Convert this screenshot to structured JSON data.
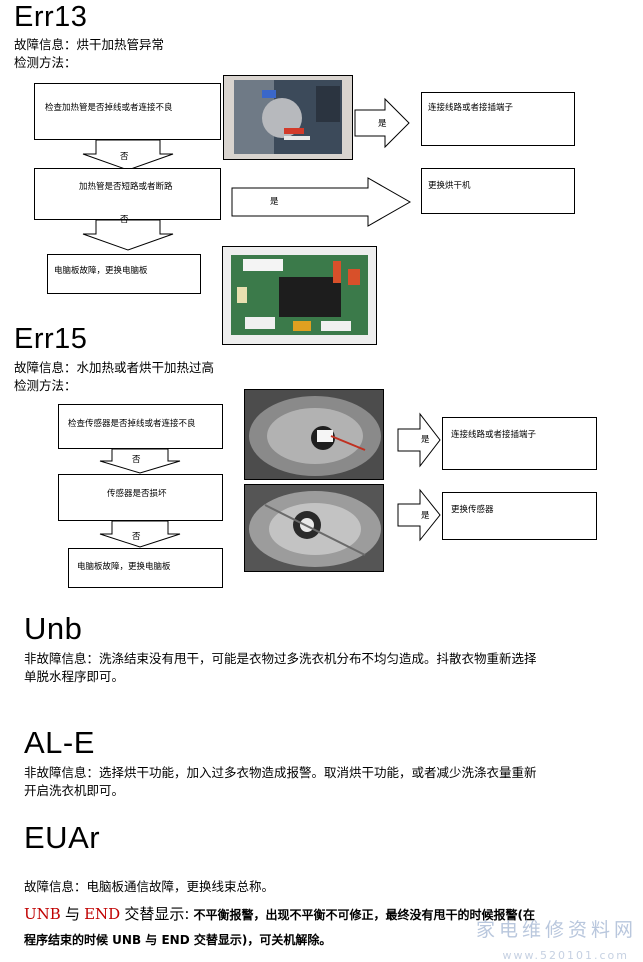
{
  "err13": {
    "title": "Err13",
    "info": "故障信息：烘干加热管异常",
    "method": "检测方法：",
    "step1": "检查加热管是否掉线或者连接不良",
    "yes1": "是",
    "result1": "连接线路或者接插端子",
    "no1": "否",
    "step2": "加热管是否短路或者断路",
    "yes2": "是",
    "result2": "更换烘干机",
    "no2": "否",
    "step3": "电脑板故障，更换电脑板"
  },
  "err15": {
    "title": "Err15",
    "info": "故障信息：水加热或者烘干加热过高",
    "method": "检测方法：",
    "step1": "检查传感器是否掉线或者连接不良",
    "no1": "否",
    "yes1": "是",
    "result1": "连接线路或者接插端子",
    "step2": "传感器是否损坏",
    "no2": "否",
    "yes2": "是",
    "result2": "更换传感器",
    "step3": "电脑板故障，更换电脑板"
  },
  "unb": {
    "title": "Unb",
    "line1": "非故障信息：洗涤结束没有甩干，可能是衣物过多洗衣机分布不均匀造成。抖散衣物重新选择",
    "line2": "单脱水程序即可。"
  },
  "ale": {
    "title": "AL-E",
    "line1": "非故障信息：选择烘干功能，加入过多衣物造成报警。取消烘干功能，或者减少洗涤衣量重新",
    "line2": "开启洗衣机即可。"
  },
  "euar": {
    "title": "EUAr",
    "info": "故障信息：电脑板通信故障，更换线束总称。"
  },
  "alt": {
    "unb": "UNB",
    "with": "与",
    "end": "END",
    "label": "交替显示:",
    "text1": "不平衡报警，出现不平衡不可修正，最终没有甩干的时候报警(在",
    "text2": "程序结束的时候 UNB 与 END 交替显示)，可关机解除。"
  },
  "watermark": {
    "text": "家电维修资料网",
    "url": "www.520101.com"
  },
  "colors": {
    "red": "#c00000",
    "watermark": "#b9c7dd"
  }
}
